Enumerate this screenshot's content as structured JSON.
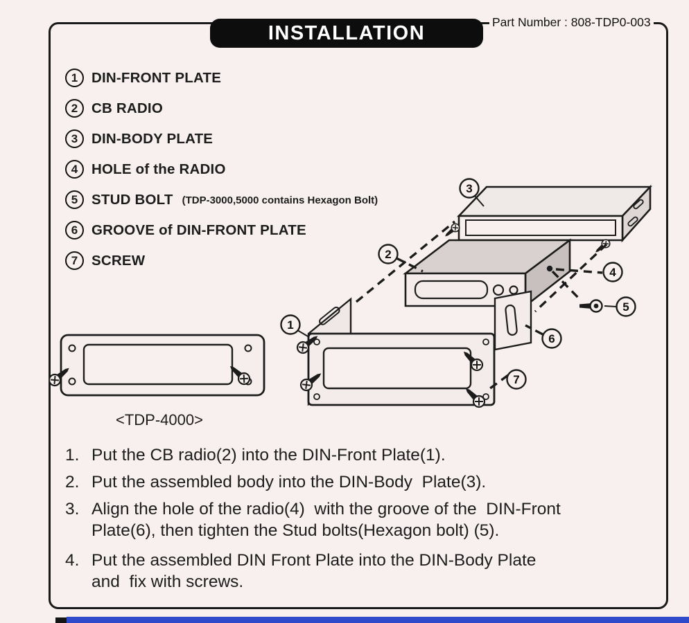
{
  "colors": {
    "background": "#f7f0ee",
    "banner": "#0d0d0d",
    "banner_text": "#ffffff",
    "ink": "#1c1c1c",
    "bottom_strip": "#2f49cb"
  },
  "header": {
    "banner_title": "INSTALLATION",
    "part_number": "Part Number : 808-TDP0-003"
  },
  "legend": {
    "items": [
      {
        "num": "1",
        "label": "DIN-FRONT PLATE"
      },
      {
        "num": "2",
        "label": "CB RADIO"
      },
      {
        "num": "3",
        "label": "DIN-BODY PLATE"
      },
      {
        "num": "4",
        "label": "HOLE of the RADIO"
      },
      {
        "num": "5",
        "label": "STUD BOLT",
        "note": "(TDP-3000,5000 contains Hexagon Bolt)"
      },
      {
        "num": "6",
        "label": "GROOVE of DIN-FRONT PLATE"
      },
      {
        "num": "7",
        "label": "SCREW"
      }
    ]
  },
  "diagram": {
    "model_label": "<TDP-4000>",
    "callouts": [
      "1",
      "2",
      "3",
      "4",
      "5",
      "6",
      "7"
    ]
  },
  "instructions": {
    "steps": [
      {
        "num": "1.",
        "lines": [
          "Put the CB radio(2) into the DIN-Front Plate(1)."
        ]
      },
      {
        "num": "2.",
        "lines": [
          "Put the assembled body into the DIN-Body  Plate(3)."
        ]
      },
      {
        "num": "3.",
        "lines": [
          "Align the hole of the radio(4)  with the groove of the  DIN-Front",
          "Plate(6), then tighten the Stud bolts(Hexagon bolt) (5)."
        ]
      },
      {
        "num": "4.",
        "lines": [
          "Put the assembled DIN Front Plate into the DIN-Body Plate",
          "and  fix with screws."
        ]
      }
    ]
  }
}
